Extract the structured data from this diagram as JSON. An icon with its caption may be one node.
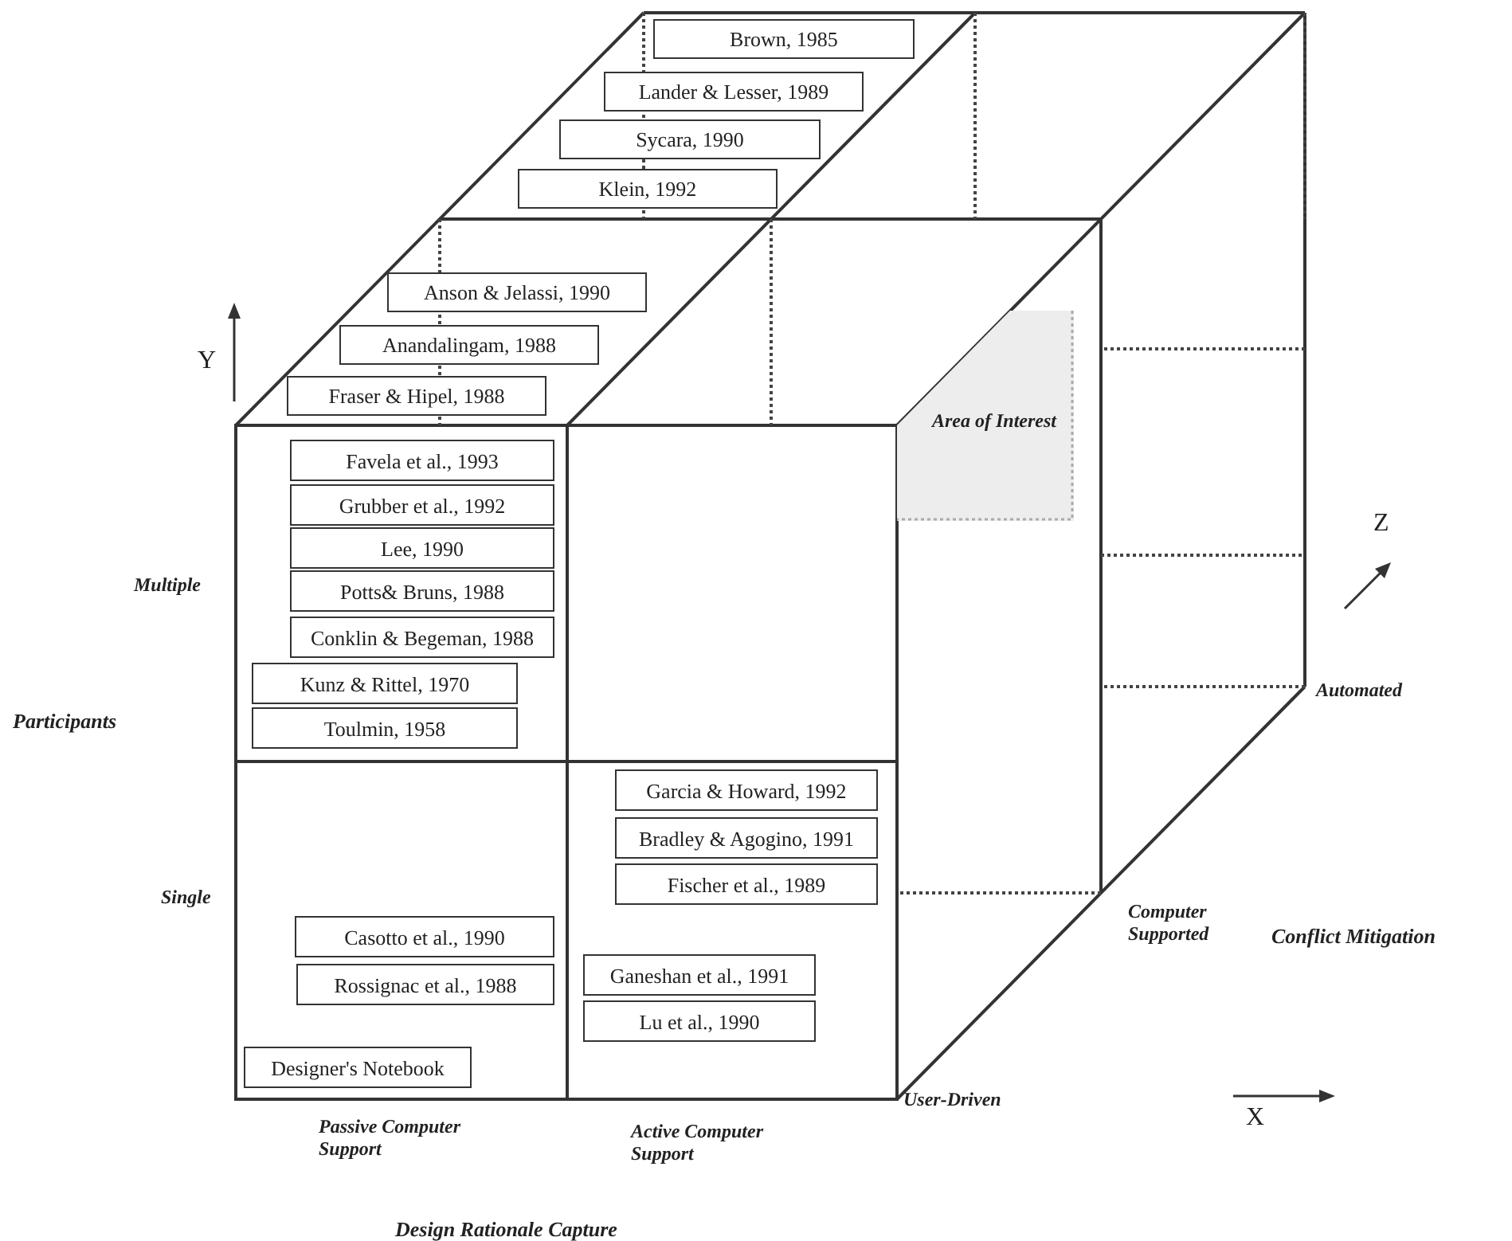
{
  "diagram": {
    "nodes": [
      {
        "text": [
          "Brown, 1985"
        ]
      },
      {
        "text": [
          "Lander & Lesser, 1989"
        ]
      },
      {
        "text": [
          "Sycara, 1990"
        ]
      },
      {
        "text": [
          "Klein, 1992"
        ]
      },
      {
        "text": [
          "Anson & Jelassi, 1990"
        ]
      },
      {
        "text": [
          "Anandalingam, 1988"
        ]
      },
      {
        "text": [
          "Fraser & Hipel, 1988"
        ]
      },
      {
        "text": [
          "Area of Interest"
        ]
      },
      {
        "text": [
          "Favela et al., 1993"
        ]
      },
      {
        "text": [
          "Grubber et al., 1992"
        ]
      },
      {
        "text": [
          "Lee, 1990"
        ]
      },
      {
        "text": [
          "Potts& Bruns, 1988"
        ]
      },
      {
        "text": [
          "Conklin & Begeman, 1988"
        ]
      },
      {
        "text": [
          "Kunz & Rittel, 1970"
        ]
      },
      {
        "text": [
          "Toulmin, 1958"
        ]
      },
      {
        "text": [
          "Garcia & Howard, 1992"
        ]
      },
      {
        "text": [
          "Bradley & Agogino, 1991"
        ]
      },
      {
        "text": [
          "Fischer et al., 1989"
        ]
      },
      {
        "text": [
          "Casotto et al., 1990"
        ]
      },
      {
        "text": [
          "Ganeshan et al., 1991"
        ]
      },
      {
        "text": [
          "Rossignac et al., 1988"
        ]
      },
      {
        "text": [
          "Lu et al., 1990"
        ]
      },
      {
        "text": [
          "Designer's Notebook"
        ]
      }
    ],
    "edges": [],
    "labels": [
      "Y",
      "Z",
      "Multiple",
      "Automated",
      "Participants",
      "Single",
      "Computer Supported",
      "Conflict Mitigation",
      "User-Driven",
      "X",
      "Passive Computer Support",
      "Active Computer Support",
      "Design Rationale Capture"
    ]
  }
}
